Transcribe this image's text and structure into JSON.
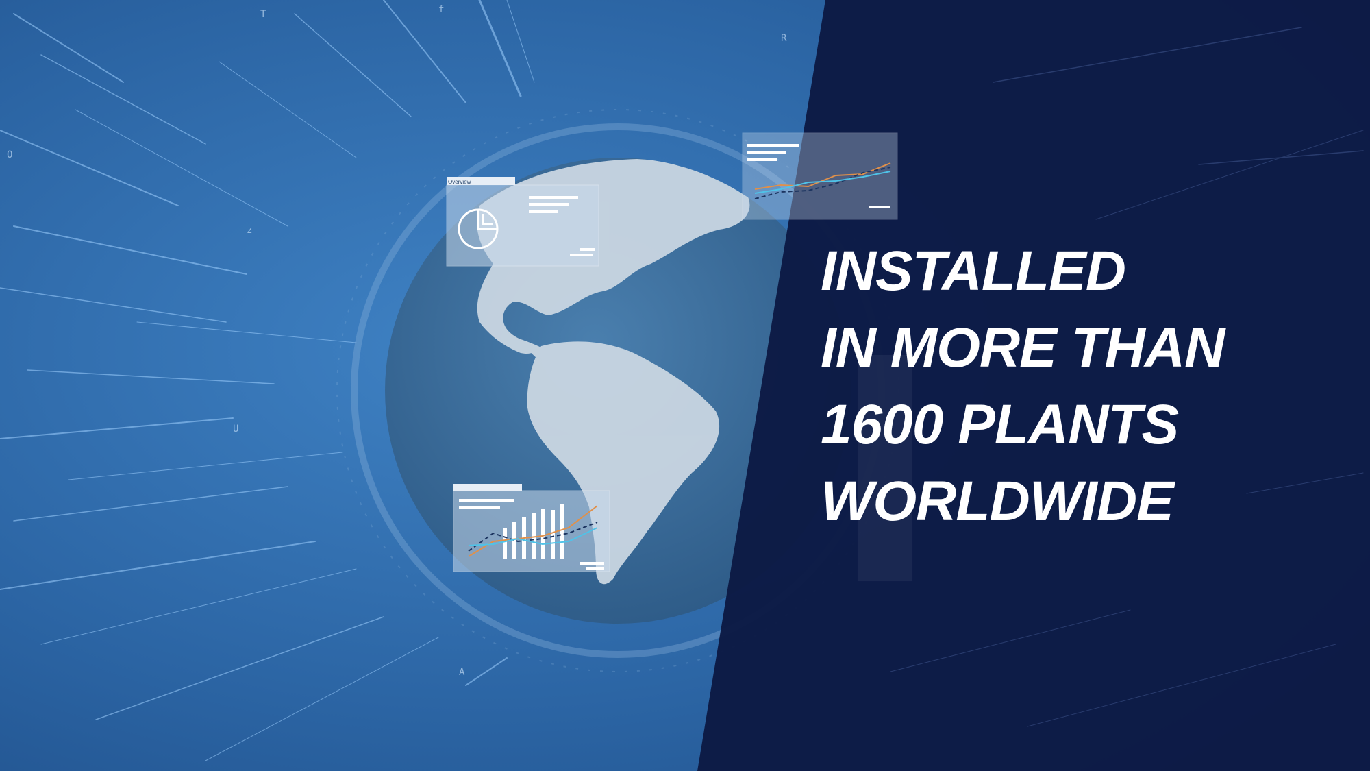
{
  "slide": {
    "headline_lines": [
      "INSTALLED",
      "IN MORE THAN",
      "1600 PLANTS",
      "WORLDWIDE"
    ]
  },
  "panels": {
    "overview_title": "Overview"
  },
  "colors": {
    "bg_light": "#2f6aa8",
    "bg_dark": "#0c1a44",
    "globe_ocean": "#3b6c99",
    "land": "#c9d6e2",
    "panel": "#c7d8ea",
    "accent_orange": "#e0904a",
    "accent_cyan": "#4fc3e8"
  },
  "icons": [
    "globe-icon",
    "pie-chart-icon",
    "bar-chart-icon",
    "line-chart-icon"
  ]
}
